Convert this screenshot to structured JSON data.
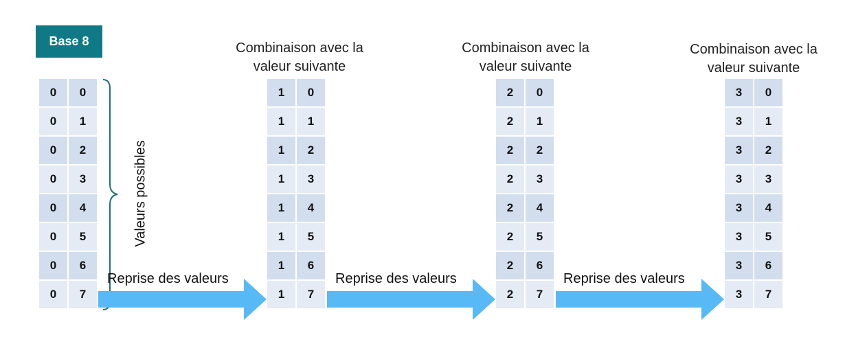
{
  "badge": "Base 8",
  "side_label": "Valeurs possibles",
  "headings": [
    "Combinaison avec la valeur suivante",
    "Combinaison avec la valeur suivante",
    "Combinaison avec la valeur suivante"
  ],
  "arrow_label": "Reprise des valeurs",
  "tables": [
    {
      "first": "0",
      "second": [
        "0",
        "1",
        "2",
        "3",
        "4",
        "5",
        "6",
        "7"
      ]
    },
    {
      "first": "1",
      "second": [
        "0",
        "1",
        "2",
        "3",
        "4",
        "5",
        "6",
        "7"
      ]
    },
    {
      "first": "2",
      "second": [
        "0",
        "1",
        "2",
        "3",
        "4",
        "5",
        "6",
        "7"
      ]
    },
    {
      "first": "3",
      "second": [
        "0",
        "1",
        "2",
        "3",
        "4",
        "5",
        "6",
        "7"
      ]
    }
  ],
  "colors": {
    "badge": "#0f7a86",
    "arrow": "#57b9f5",
    "cell_light": "#e4ebf5",
    "cell_mid": "#d2deee",
    "brace": "#1f6f73"
  }
}
